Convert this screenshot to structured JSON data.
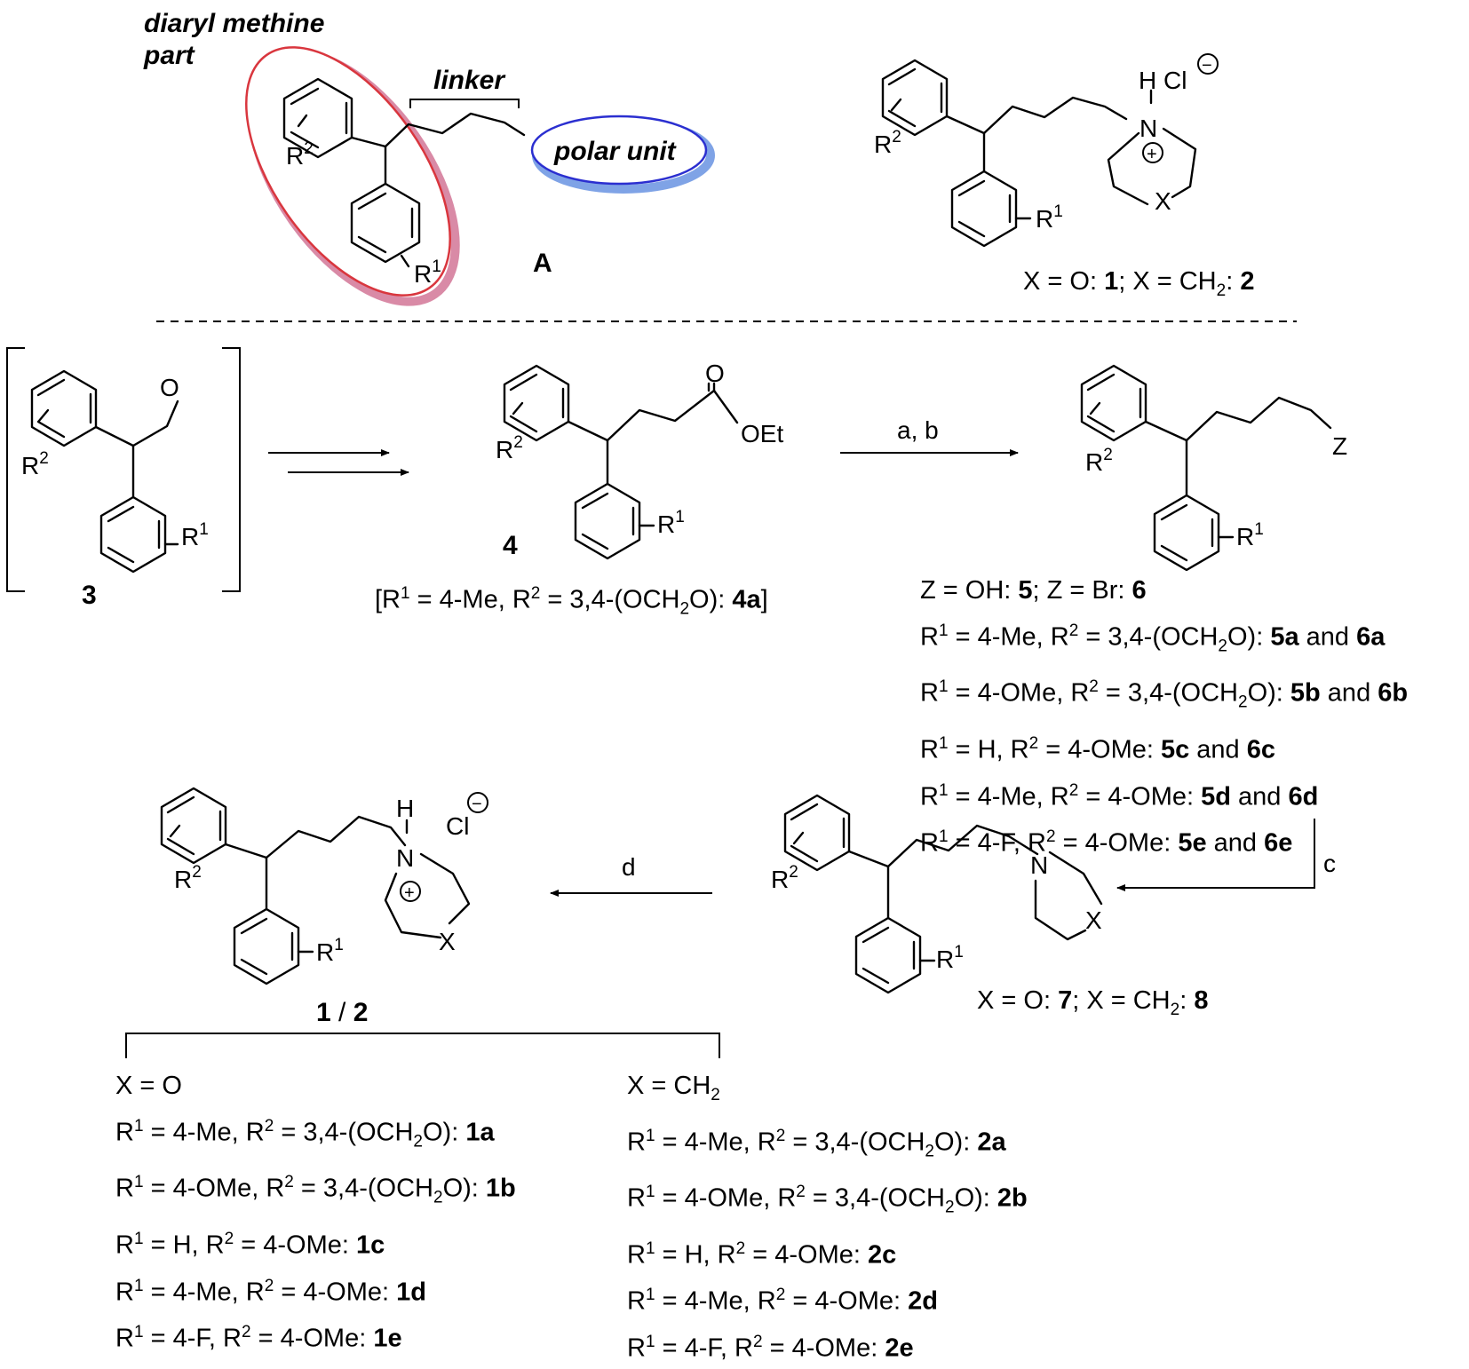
{
  "concept": {
    "diaryl_label_line1": "diaryl methine",
    "diaryl_label_line2": "part",
    "linker_label": "linker",
    "polar_unit_label": "polar unit",
    "compound_label": "A",
    "colors": {
      "ellipse_red": "#d9363e",
      "ellipse_blue": "#2b2fd0",
      "shadow_pink": "#d98aa6",
      "shadow_blue": "#7fa3e6"
    }
  },
  "atoms": {
    "R1": "R",
    "R1_sup": "1",
    "R2": "R",
    "R2_sup": "2",
    "H": "H",
    "Cl": "Cl",
    "N": "N",
    "X": "X",
    "O": "O",
    "OEt": "OEt",
    "Z": "Z",
    "plus": "+",
    "minus": "−"
  },
  "top_right": {
    "caption": [
      "X = O: ",
      "1",
      "; X = CH",
      "2",
      ": ",
      "2"
    ]
  },
  "compound3": {
    "label": "3"
  },
  "compound4": {
    "label": "4",
    "caption": [
      "[R",
      "1",
      " = 4-Me, R",
      "2",
      " = 3,4-(OCH",
      "2",
      "O): ",
      "4a",
      "]"
    ]
  },
  "reagents": {
    "ab": "a, b",
    "c": "c",
    "d": "d"
  },
  "compound56": {
    "lines": [
      [
        "Z = OH: ",
        "5",
        "; Z = Br: ",
        "6"
      ],
      [
        "R",
        "1",
        " = 4-Me, R",
        "2",
        " = 3,4-(OCH",
        "2",
        "O): ",
        "5a",
        " and ",
        "6a"
      ],
      [
        "R",
        "1",
        " = 4-OMe, R",
        "2",
        " = 3,4-(OCH",
        "2",
        "O): ",
        "5b",
        " and ",
        "6b"
      ],
      [
        "R",
        "1",
        " = H, R",
        "2",
        " = 4-OMe: ",
        "5c",
        " and ",
        "6c"
      ],
      [
        "R",
        "1",
        " = 4-Me, R",
        "2",
        " = 4-OMe: ",
        "5d",
        " and ",
        "6d"
      ],
      [
        "R",
        "1",
        " = 4-F, R",
        "2",
        " = 4-OMe: ",
        "5e",
        " and ",
        "6e"
      ]
    ]
  },
  "compound78": {
    "caption": [
      "X = O: ",
      "7",
      "; X = CH",
      "2",
      ": ",
      "8"
    ]
  },
  "compound12": {
    "label": [
      "1",
      " / ",
      "2"
    ]
  },
  "series_left": {
    "header": "X = O",
    "lines": [
      [
        "R",
        "1",
        " = 4-Me, R",
        "2",
        " = 3,4-(OCH",
        "2",
        "O): ",
        "1a"
      ],
      [
        "R",
        "1",
        " = 4-OMe, R",
        "2",
        " = 3,4-(OCH",
        "2",
        "O): ",
        "1b"
      ],
      [
        "R",
        "1",
        " = H, R",
        "2",
        " = 4-OMe: ",
        "1c"
      ],
      [
        "R",
        "1",
        " = 4-Me, R",
        "2",
        " = 4-OMe: ",
        "1d"
      ],
      [
        "R",
        "1",
        " = 4-F, R",
        "2",
        " = 4-OMe: ",
        "1e"
      ]
    ]
  },
  "series_right": {
    "header": [
      "X = CH",
      "2"
    ],
    "lines": [
      [
        "R",
        "1",
        " = 4-Me, R",
        "2",
        " = 3,4-(OCH",
        "2",
        "O): ",
        "2a"
      ],
      [
        "R",
        "1",
        " = 4-OMe, R",
        "2",
        " = 3,4-(OCH",
        "2",
        "O): ",
        "2b"
      ],
      [
        "R",
        "1",
        " = H, R",
        "2",
        " = 4-OMe: ",
        "2c"
      ],
      [
        "R",
        "1",
        " = 4-Me, R",
        "2",
        " = 4-OMe: ",
        "2d"
      ],
      [
        "R",
        "1",
        " = 4-F, R",
        "2",
        " = 4-OMe: ",
        "2e"
      ]
    ]
  }
}
